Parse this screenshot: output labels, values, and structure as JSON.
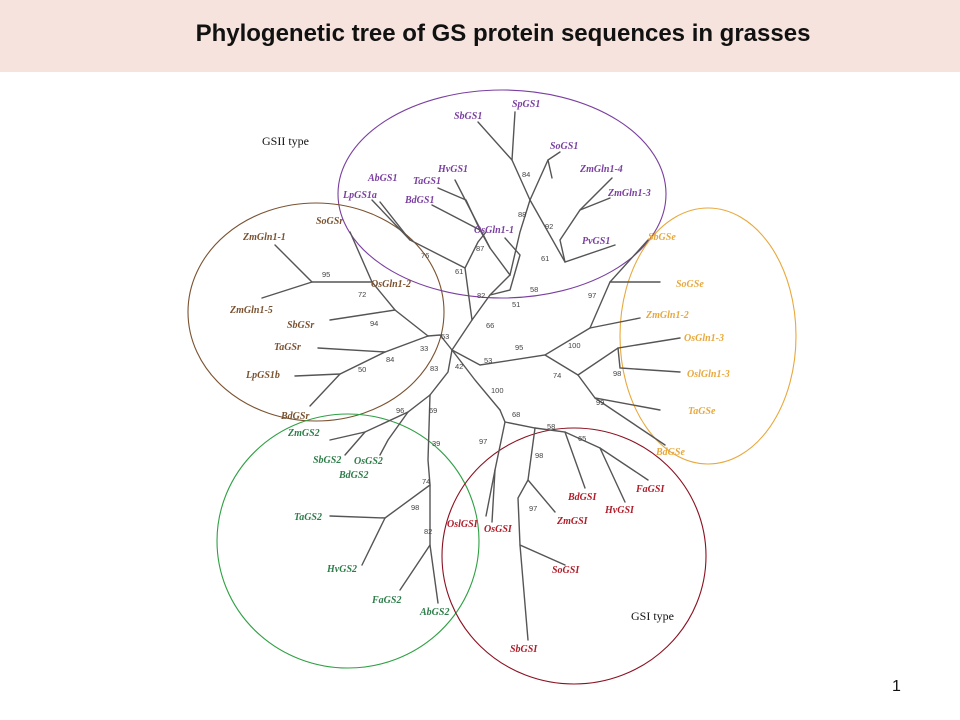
{
  "title": "Phylogenetic tree of GS protein sequences in grasses",
  "page_number": "1",
  "type_labels": {
    "gsii": "GSII type",
    "gsi": "GSI type"
  },
  "colors": {
    "header_bg": "#f6e3dd",
    "gs1_clade": "#7a3fa0",
    "gsr_clade": "#7a5230",
    "gse_clade": "#e8a83c",
    "gs2_clade": "#2e7d4a",
    "gsi_clade": "#b01e2a",
    "branch": "#555555"
  },
  "groups": [
    {
      "id": "gs1",
      "color": "#7a3fa0",
      "taxa": [
        "SpGS1",
        "SbGS1",
        "SoGS1",
        "ZmGln1-4",
        "ZmGln1-3",
        "HvGS1",
        "AbGS1",
        "TaGS1",
        "LpGS1a",
        "BdGS1",
        "OsGln1-1",
        "PvGS1"
      ]
    },
    {
      "id": "gsr",
      "color": "#7a5230",
      "taxa": [
        "SoGSr",
        "ZmGln1-1",
        "OsGln1-2",
        "ZmGln1-5",
        "SbGSr",
        "TaGSr",
        "LpGS1b",
        "BdGSr"
      ]
    },
    {
      "id": "gse",
      "color": "#e8a83c",
      "taxa": [
        "SbGSe",
        "SoGSe",
        "ZmGln1-2",
        "OsGln1-3",
        "OslGln1-3",
        "TaGSe",
        "BdGSe"
      ]
    },
    {
      "id": "gs2",
      "color": "#2e7d4a",
      "taxa": [
        "ZmGS2",
        "SbGS2",
        "OsGS2",
        "BdGS2",
        "TaGS2",
        "HvGS2",
        "FaGS2",
        "AbGS2"
      ]
    },
    {
      "id": "gsi",
      "color": "#b01e2a",
      "taxa": [
        "OslGSI",
        "OsGSI",
        "FaGSI",
        "BdGSI",
        "HvGSI",
        "ZmGSI",
        "SoGSI",
        "SbGSI"
      ]
    }
  ],
  "bootstrap": [
    "84",
    "88",
    "92",
    "61",
    "87",
    "76",
    "61",
    "82",
    "58",
    "51",
    "66",
    "95",
    "72",
    "94",
    "53",
    "33",
    "84",
    "50",
    "53",
    "42",
    "83",
    "97",
    "100",
    "74",
    "98",
    "99",
    "95",
    "100",
    "96",
    "69",
    "39",
    "74",
    "98",
    "82",
    "68",
    "58",
    "65",
    "97",
    "98",
    "97"
  ]
}
